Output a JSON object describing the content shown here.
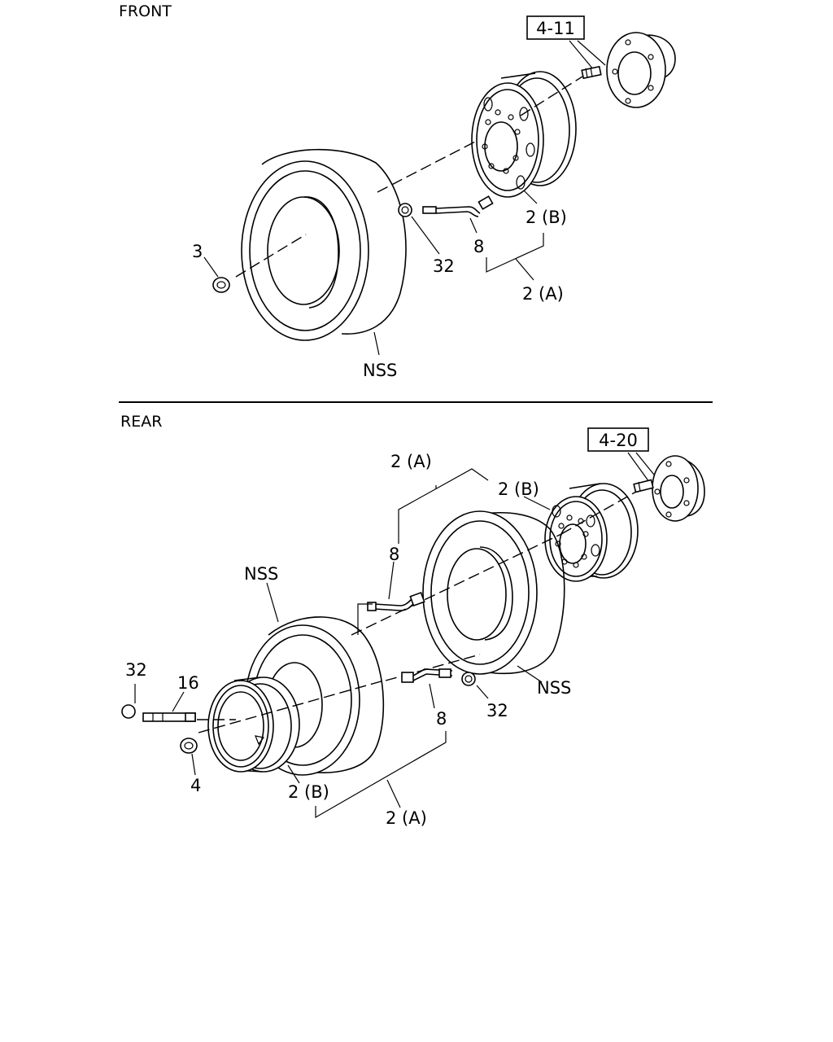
{
  "sections": {
    "front": "FRONT",
    "rear": "REAR"
  },
  "front": {
    "ref_box": "4-11",
    "labels": {
      "nut": "3",
      "valve_cap": "32",
      "extension": "8",
      "disc_inner": "2 (B)",
      "disc_assy": "2 (A)",
      "tire": "NSS"
    }
  },
  "rear": {
    "ref_box": "4-20",
    "labels": {
      "disc_assy_top": "2 (A)",
      "disc_inner_top": "2 (B)",
      "extension_top": "8",
      "tire_outer": "NSS",
      "tire_inner": "NSS",
      "cap_left": "32",
      "extension_long": "16",
      "nut": "4",
      "extension_bottom": "8",
      "cap_right": "32",
      "disc_inner_bottom": "2 (B)",
      "disc_assy_bottom": "2 (A)"
    }
  }
}
